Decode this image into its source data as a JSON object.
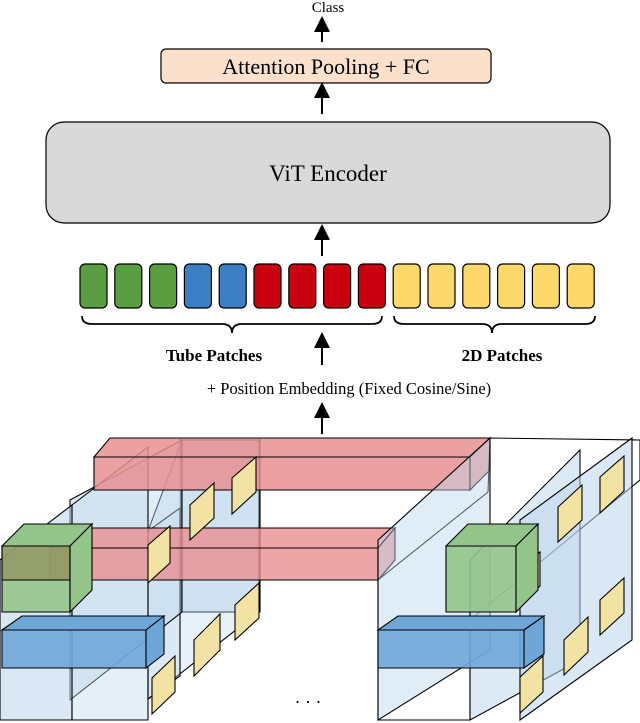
{
  "diagram": {
    "class_label": "Class",
    "pooling_label": "Attention Pooling + FC",
    "encoder_label": "ViT Encoder",
    "tube_patches_label": "Tube Patches",
    "patches_2d_label": "2D Patches",
    "position_embedding_label": "+ Position Embedding (Fixed Cosine/Sine)",
    "ellipsis": "· · ·"
  },
  "tokens": [
    {
      "group": "tube",
      "color": "#5a9e41"
    },
    {
      "group": "tube",
      "color": "#5a9e41"
    },
    {
      "group": "tube",
      "color": "#5a9e41"
    },
    {
      "group": "tube",
      "color": "#3d7fc4"
    },
    {
      "group": "tube",
      "color": "#3d7fc4"
    },
    {
      "group": "tube",
      "color": "#c9000f"
    },
    {
      "group": "tube",
      "color": "#c9000f"
    },
    {
      "group": "tube",
      "color": "#c9000f"
    },
    {
      "group": "tube",
      "color": "#c9000f"
    },
    {
      "group": "2d",
      "color": "#fdd86b"
    },
    {
      "group": "2d",
      "color": "#fdd86b"
    },
    {
      "group": "2d",
      "color": "#fdd86b"
    },
    {
      "group": "2d",
      "color": "#fdd86b"
    },
    {
      "group": "2d",
      "color": "#fdd86b"
    },
    {
      "group": "2d",
      "color": "#fdd86b"
    }
  ],
  "colors": {
    "pooling_fill": "#fbe1cc",
    "encoder_fill": "#d9d9d9",
    "frame_fill": "#bcd6ec",
    "red_tube": "#e88f92",
    "green_tube": "#93c48a",
    "blue_tube": "#6fa6d8",
    "patch_2d": "#f2e2a4"
  }
}
